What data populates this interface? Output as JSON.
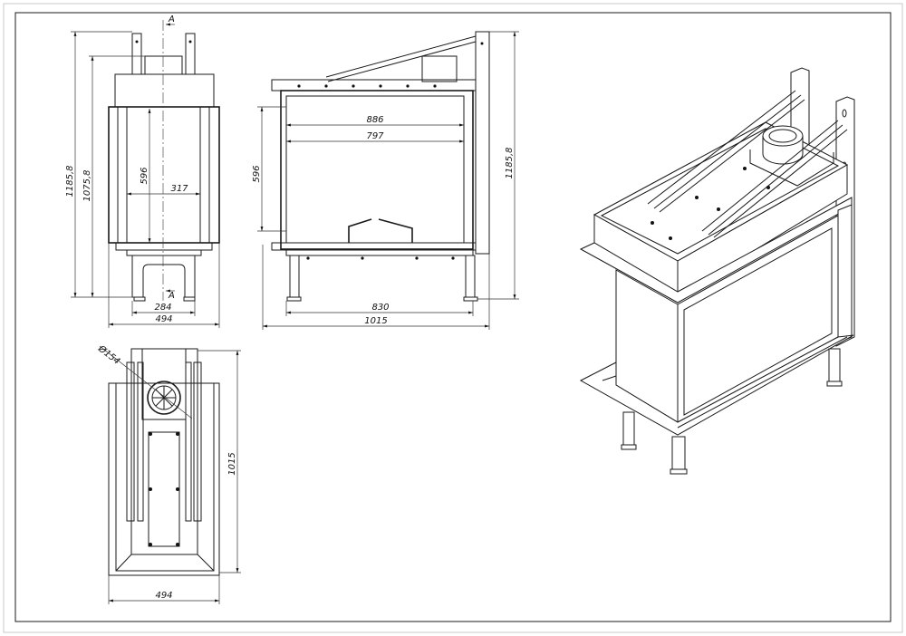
{
  "front_view": {
    "section_mark_top": "A",
    "section_mark_bottom": "A",
    "dim_total_height": "1185,8",
    "dim_body_height": "1075,8",
    "dim_opening_height": "596",
    "dim_opening_width": "317",
    "dim_leg_spacing": "284",
    "dim_width": "494"
  },
  "side_view": {
    "dim_outer_opening": "886",
    "dim_glass_width": "797",
    "dim_opening_height": "596",
    "dim_total_height": "1185,8",
    "dim_leg_spacing": "830",
    "dim_depth": "1015"
  },
  "top_view": {
    "dim_flue_diameter": "Ø154",
    "dim_depth": "1015",
    "dim_width": "494"
  }
}
